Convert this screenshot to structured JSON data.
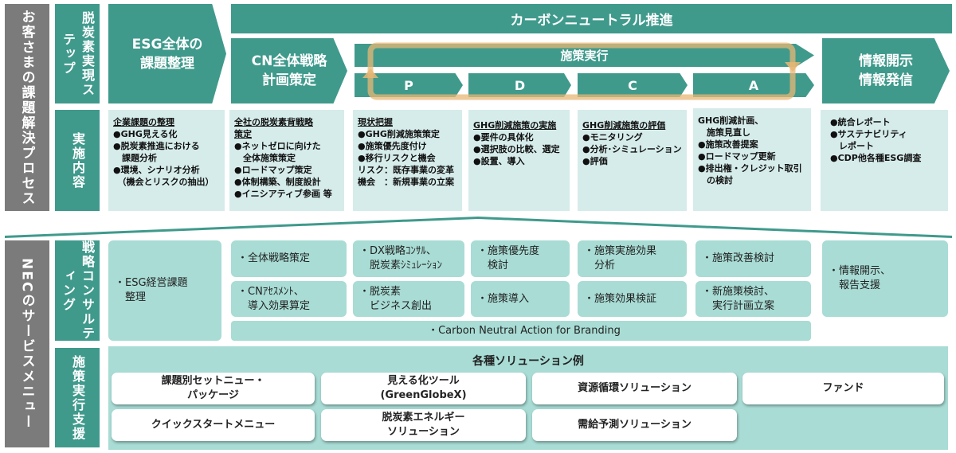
{
  "process": {
    "side_label": "お客さまの課題解決プロセス",
    "step_label": "脱炭素実現ステップ",
    "content_label": "実施内容",
    "banner": "カーボンニュートラル推進",
    "stages": [
      "ESG全体の\n課題整理",
      "CN全体戦略\n計画策定",
      "情報開示\n情報発信"
    ],
    "execution": "施策実行",
    "pdca": [
      "P",
      "D",
      "C",
      "A"
    ],
    "details": [
      {
        "heading": "企業課題の整理",
        "body": "●GHG見える化\n●脱炭素推進における\n　課題分析\n●環境、シナリオ分析\n　（機会とリスクの抽出）"
      },
      {
        "heading": "全社の脱炭素背戦略\n策定",
        "body": "●ネットゼロに向けた\n　全体施策策定\n●ロードマップ策定\n●体制構築、制度設計\n●イニシアティブ参画 等"
      },
      {
        "heading": "現状把握",
        "body": "●GHG削減施策策定\n●施策優先度付け\n●移行リスクと機会\nリスク：既存事業の変革\n機会　：新規事業の立案"
      },
      {
        "heading": "GHG削減施策の実施",
        "body": "●要件の具体化\n●選択肢の比較、選定\n●設置、導入"
      },
      {
        "heading": "GHG削減施策の評価",
        "body": "●モニタリング\n●分析･シミュレーション\n●評価"
      },
      {
        "heading": "",
        "body": "GHG削減計画、\n　施策見直し\n●施策改善提案\n●ロードマップ更新\n●排出権・クレジット取引\n　の検討"
      },
      {
        "heading": "",
        "body": "●統合レポート\n●サステナビリティ\n　レポート\n●CDP他各種ESG調査"
      }
    ]
  },
  "services": {
    "side_label": "NECのサービスメニュー",
    "consulting_label": "戦略コンサルティング",
    "support_label": "施策実行支援",
    "esg": "・ESG経営課題\n　整理",
    "row1": [
      "・全体戦略策定",
      "・DX戦略ｺﾝｻﾙ、\n　脱炭素ｼﾐｭﾚｰｼｮﾝ",
      "・施策優先度\n　検討",
      "・施策実施効果\n　分析",
      "・施策改善検討"
    ],
    "row2": [
      "・CNｱｾｽﾒﾝﾄ、\n　導入効果算定",
      "・脱炭素\n　ビジネス創出",
      "・施策導入",
      "・施策効果検証",
      "・新施策検討、\n　実行計画立案"
    ],
    "branding": "・Carbon Neutral Action for Branding",
    "disclosure": "・情報開示、\n　報告支援",
    "solutions_title": "各種ソリューション例",
    "solutions": [
      "課題別セットニュー・\nパッケージ",
      "見える化ツール\n(GreenGlobeX)",
      "資源循環ソリューション",
      "ファンド",
      "クイックスタートメニュー",
      "脱炭素エネルギー\nソリューション",
      "需給予測ソリューション"
    ]
  },
  "colors": {
    "teal": "#3f9a8c",
    "light": "#d5ecea",
    "mid": "#a8dcd5",
    "grey": "#7b7b7b",
    "loop": "#e8b774"
  }
}
